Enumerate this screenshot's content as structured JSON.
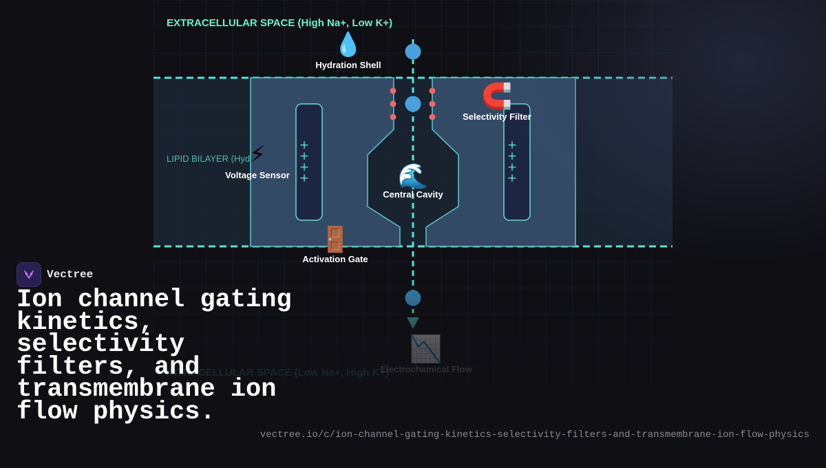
{
  "diagram": {
    "extracellular_label": "EXTRACELLULAR SPACE (High Na+, Low K+)",
    "intracellular_label": "INTRACELLULAR SPACE (Low Na+, High K+)",
    "bilayer_label": "LIPID BILAYER (Hydrophobic)",
    "charge_symbol": "+",
    "parts": {
      "hydration_shell": {
        "label": "Hydration Shell",
        "icon": "💧"
      },
      "selectivity_filter": {
        "label": "Selectivity Filter",
        "icon": "🧲"
      },
      "voltage_sensor": {
        "label": "Voltage Sensor",
        "icon": "⚡"
      },
      "central_cavity": {
        "label": "Central Cavity",
        "icon": "🌊"
      },
      "activation_gate": {
        "label": "Activation Gate",
        "icon": "🚪"
      },
      "electrochemical_flow": {
        "label": "Electrochemical Flow",
        "icon": "📉"
      }
    },
    "colors": {
      "accent": "#5ee0d6",
      "label_green": "#6ef0c8",
      "protein_fill": "#334a66",
      "protein_stroke": "#5ec8c8",
      "ion": "#4aa0dc",
      "filter_dot": "#e86a6a",
      "bilayer_fill": "#1b2735"
    }
  },
  "brand": {
    "name": "Vectree",
    "logo_icon": "vectree-logo-icon"
  },
  "headline": "Ion channel gating kinetics, selectivity filters, and transmembrane ion flow physics.",
  "url": "vectree.io/c/ion-channel-gating-kinetics-selectivity-filters-and-transmembrane-ion-flow-physics"
}
